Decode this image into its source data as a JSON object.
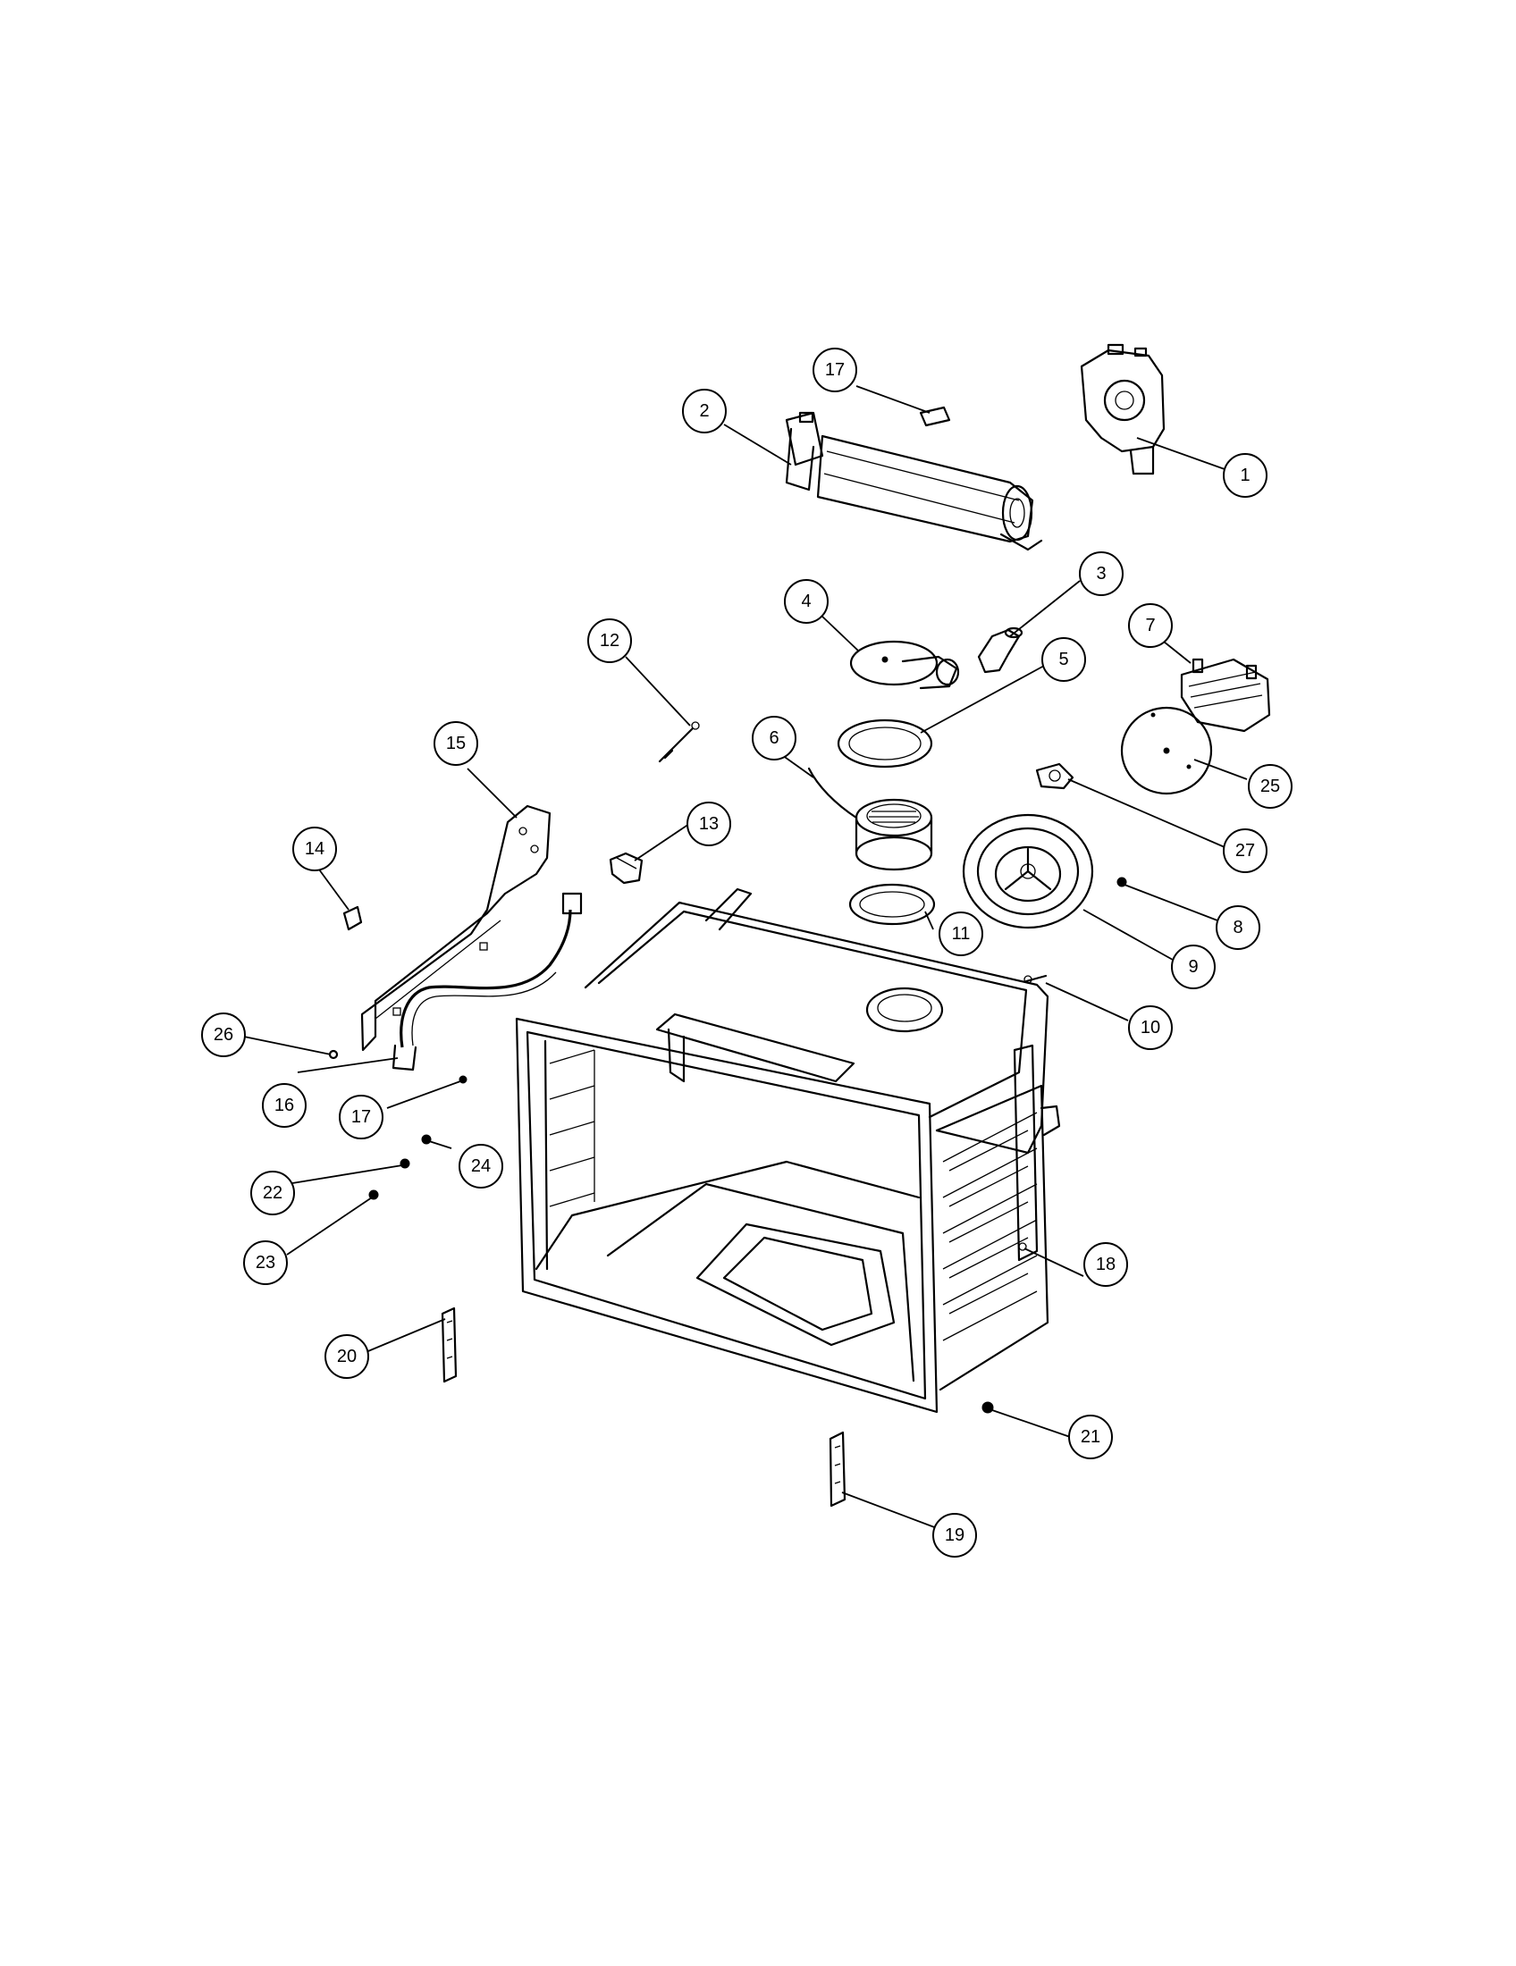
{
  "callouts": [
    {
      "id": "c1",
      "label": "1"
    },
    {
      "id": "c2",
      "label": "2"
    },
    {
      "id": "c3",
      "label": "3"
    },
    {
      "id": "c4",
      "label": "4"
    },
    {
      "id": "c5",
      "label": "5"
    },
    {
      "id": "c6",
      "label": "6"
    },
    {
      "id": "c7",
      "label": "7"
    },
    {
      "id": "c8",
      "label": "8"
    },
    {
      "id": "c9",
      "label": "9"
    },
    {
      "id": "c10",
      "label": "10"
    },
    {
      "id": "c11",
      "label": "11"
    },
    {
      "id": "c12",
      "label": "12"
    },
    {
      "id": "c13",
      "label": "13"
    },
    {
      "id": "c14",
      "label": "14"
    },
    {
      "id": "c15",
      "label": "15"
    },
    {
      "id": "c16",
      "label": "16"
    },
    {
      "id": "c17a",
      "label": "17"
    },
    {
      "id": "c17b",
      "label": "17"
    },
    {
      "id": "c18",
      "label": "18"
    },
    {
      "id": "c19",
      "label": "19"
    },
    {
      "id": "c20",
      "label": "20"
    },
    {
      "id": "c21",
      "label": "21"
    },
    {
      "id": "c22",
      "label": "22"
    },
    {
      "id": "c23",
      "label": "23"
    },
    {
      "id": "c24",
      "label": "24"
    },
    {
      "id": "c25",
      "label": "25"
    },
    {
      "id": "c26",
      "label": "26"
    },
    {
      "id": "c27",
      "label": "27"
    }
  ]
}
